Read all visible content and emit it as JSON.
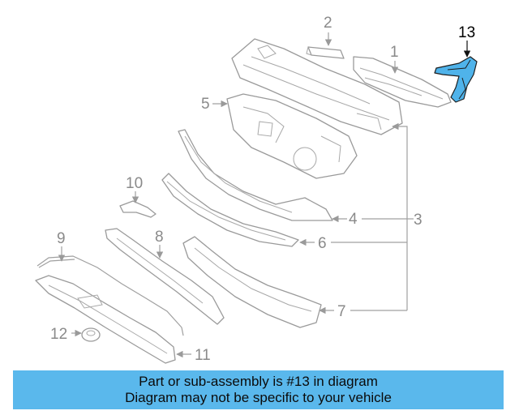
{
  "callouts": {
    "c1": "1",
    "c2": "2",
    "c3": "3",
    "c4": "4",
    "c5": "5",
    "c6": "6",
    "c7": "7",
    "c8": "8",
    "c9": "9",
    "c10": "10",
    "c11": "11",
    "c12": "12",
    "c13": "13"
  },
  "highlighted_part": "13",
  "colors": {
    "highlight": "#4fb3ea",
    "banner_background": "#5ab8ec",
    "line_art": "#9a9a9a"
  },
  "banner": {
    "line1": "Part or sub-assembly is #13 in diagram",
    "line2": "Diagram may not be specific to your vehicle"
  }
}
